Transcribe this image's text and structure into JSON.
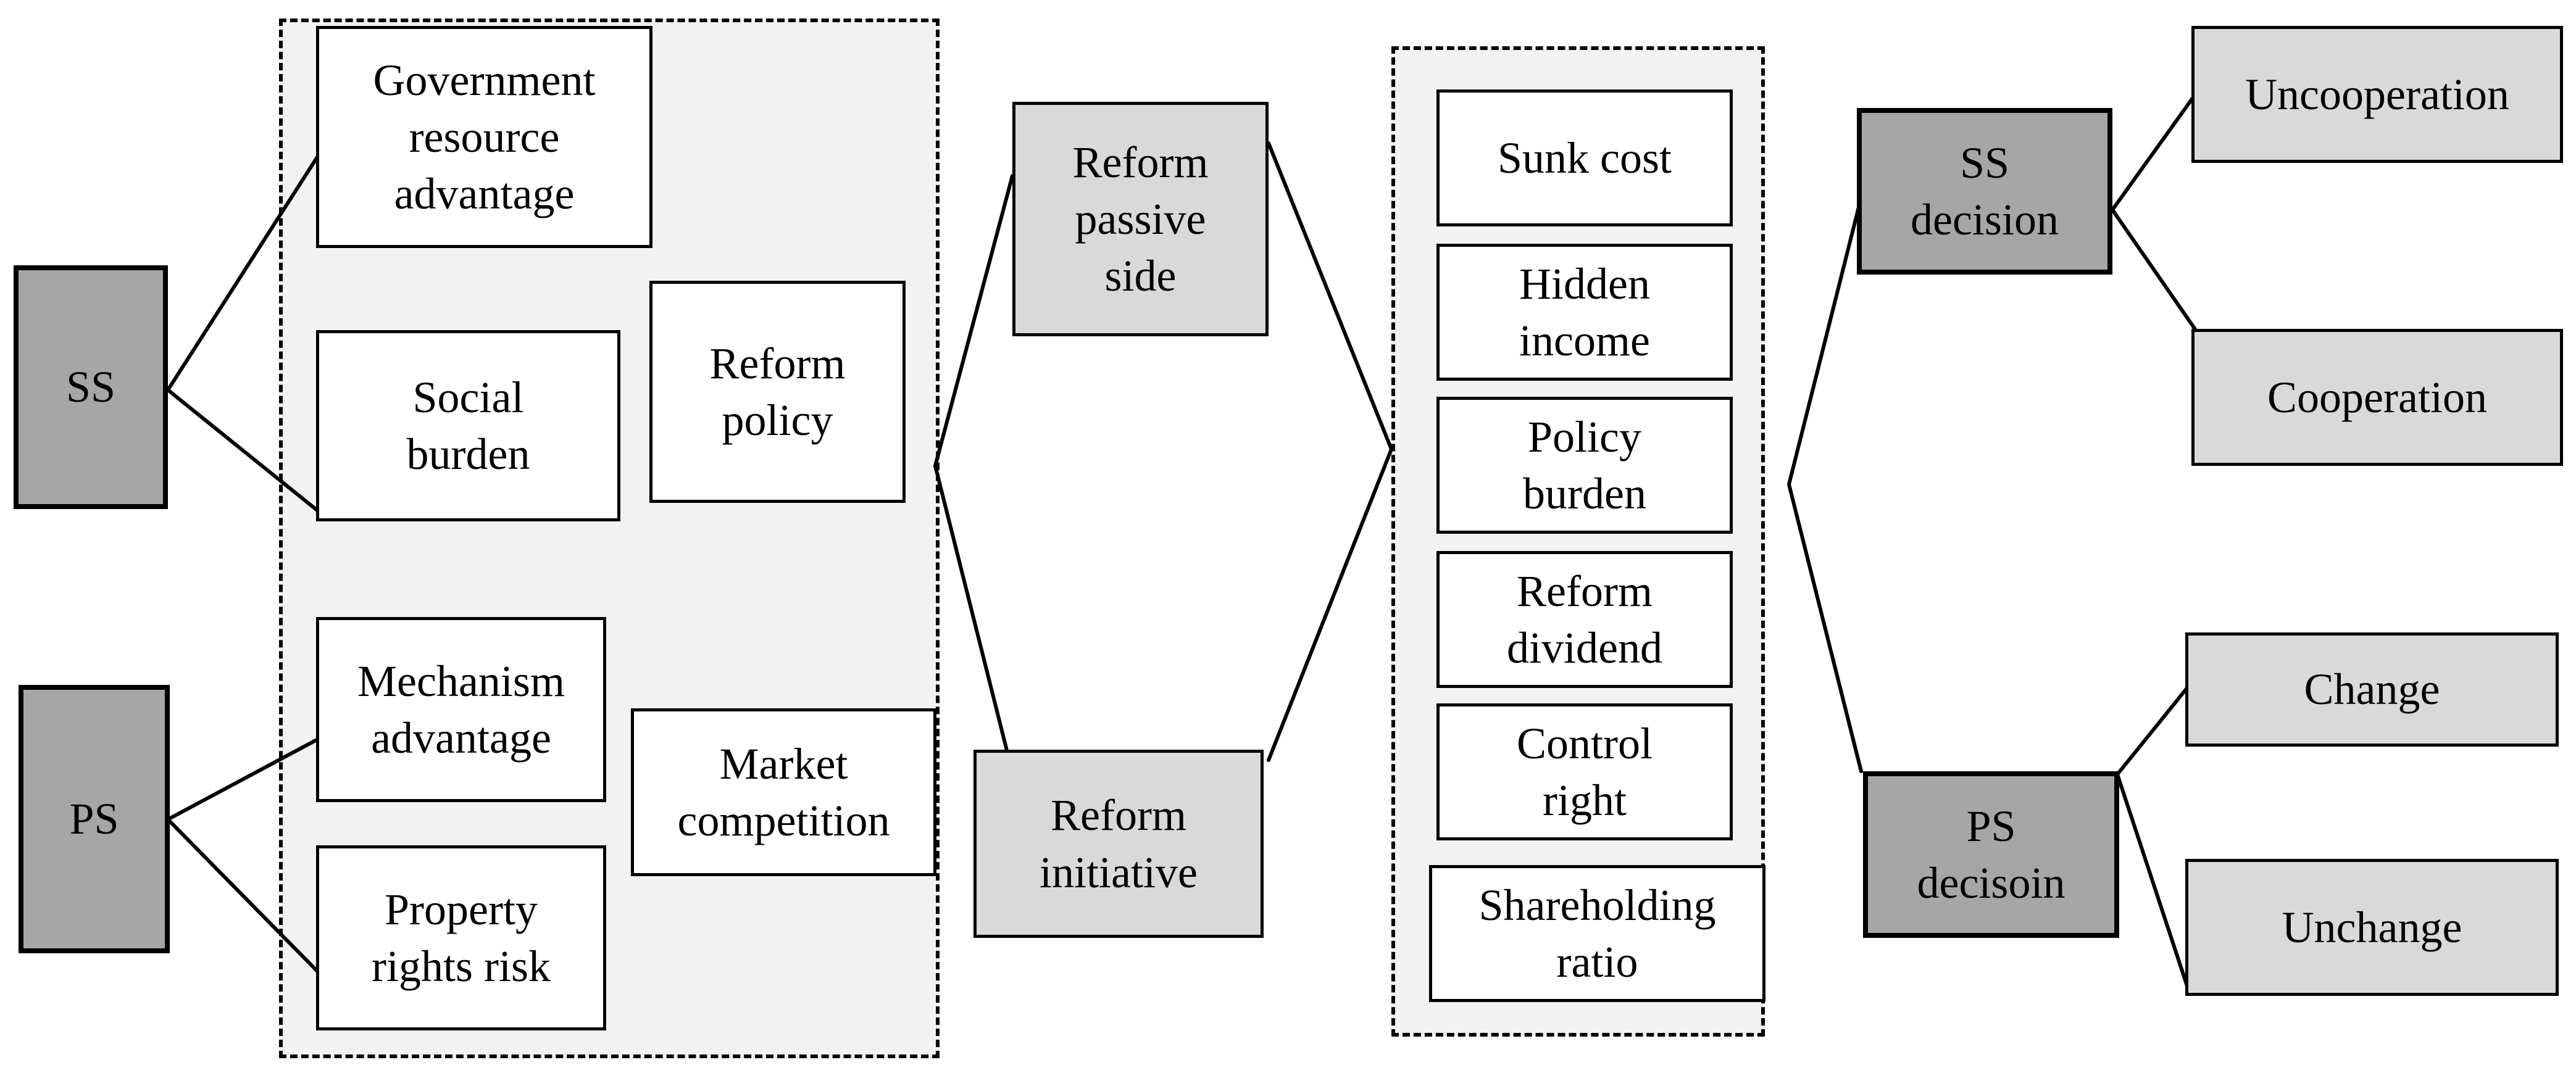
{
  "actors": {
    "ss": "SS",
    "ps": "PS"
  },
  "factors": {
    "gov_resource": "Government\nresource\nadvantage",
    "social_burden": "Social\nburden",
    "reform_policy": "Reform\npolicy",
    "mechanism_advantage": "Mechanism\nadvantage",
    "property_rights_risk": "Property\nrights risk",
    "market_competition": "Market\ncompetition"
  },
  "roles": {
    "passive": "Reform\npassive\nside",
    "initiative": "Reform\ninitiative"
  },
  "game_factors": [
    "Sunk cost",
    "Hidden\nincome",
    "Policy\nburden",
    "Reform\ndividend",
    "Control\nright",
    "Shareholding\nratio"
  ],
  "decisions": {
    "ss": "SS\ndecision",
    "ps": "PS\ndecisoin"
  },
  "outcomes": {
    "uncooperation": "Uncooperation",
    "cooperation": "Cooperation",
    "change": "Change",
    "unchange": "Unchange"
  },
  "colors": {
    "dark_fill": "#a6a6a6",
    "light_fill": "#d9d9d9",
    "group_fill": "#f2f2f2",
    "stroke": "#000000"
  }
}
